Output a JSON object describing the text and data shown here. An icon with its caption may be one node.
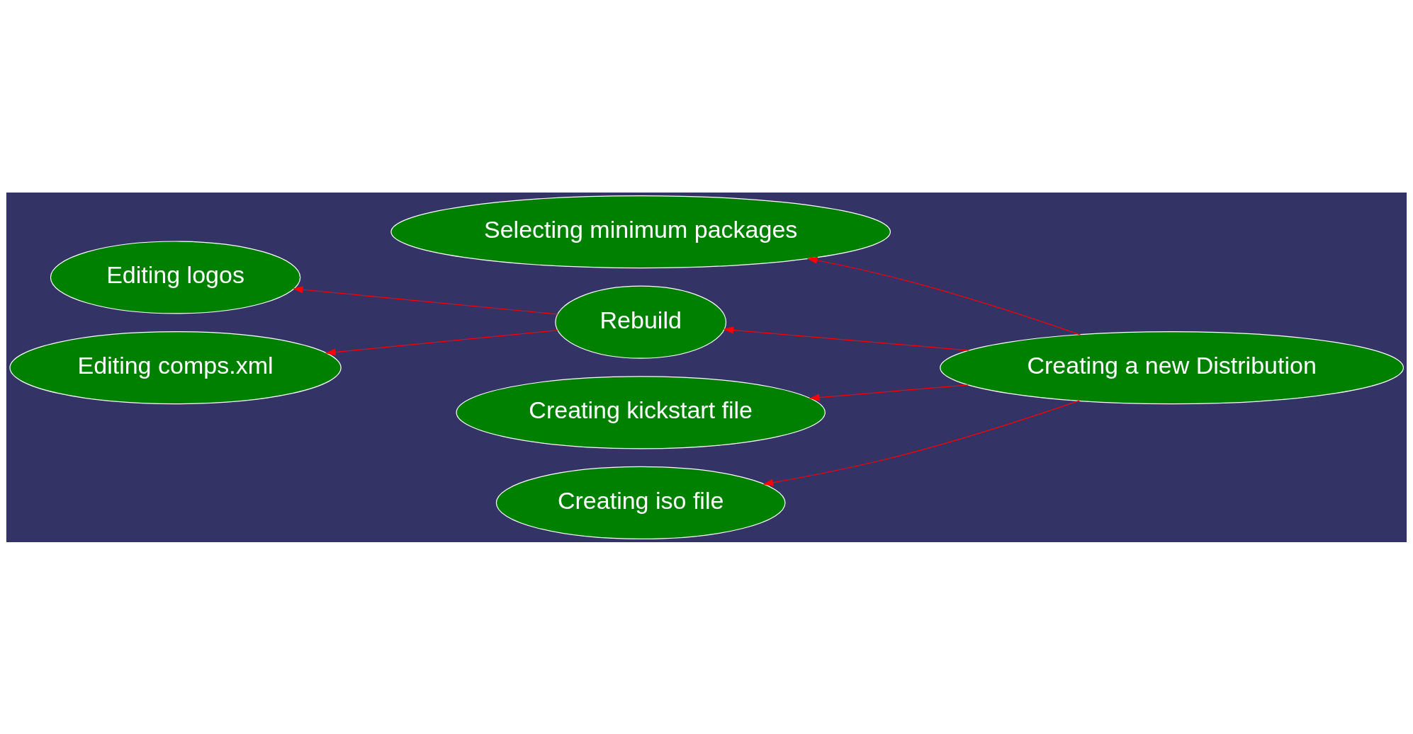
{
  "diagram": {
    "nodes": [
      {
        "text": [
          "Selecting minimum packages"
        ]
      },
      {
        "text": [
          "Creating a new Distribution"
        ]
      },
      {
        "text": [
          "Editing logos"
        ]
      },
      {
        "text": [
          "Rebuild"
        ]
      },
      {
        "text": [
          "Editing comps.xml"
        ]
      },
      {
        "text": [
          "Creating kickstart file"
        ]
      },
      {
        "text": [
          "Creating iso file"
        ]
      }
    ],
    "edges": [
      {
        "from": 1,
        "to": 0,
        "arrow": "to"
      },
      {
        "from": 1,
        "to": 3,
        "arrow": "to"
      },
      {
        "from": 1,
        "to": 5,
        "arrow": "to"
      },
      {
        "from": 1,
        "to": 6,
        "arrow": "to"
      },
      {
        "from": 3,
        "to": 2,
        "arrow": "to"
      },
      {
        "from": 3,
        "to": 4,
        "arrow": "to"
      }
    ]
  }
}
